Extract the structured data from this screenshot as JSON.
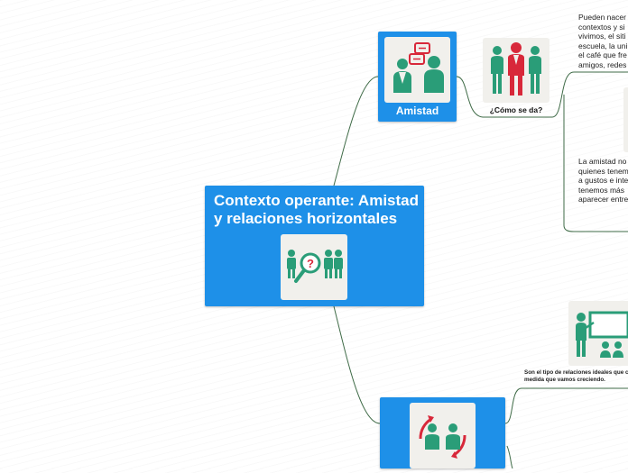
{
  "central": {
    "title": "Contexto operante: Amistad y relaciones horizontales",
    "icon": "people-question-magnifier-icon"
  },
  "amistad": {
    "label": "Amistad",
    "icon": "two-people-chat-icon"
  },
  "como": {
    "label": "¿Cómo se da?",
    "icon": "group-of-people-icon"
  },
  "relaciones": {
    "icon": "two-people-circle-arrows-icon"
  },
  "notes": {
    "contextos": [
      "Pueden nacer",
      "contextos y si",
      "vivimos, el siti",
      "escuela, la uni",
      "el café que fre",
      "amigos, redes"
    ],
    "amistad_def": [
      "La amistad no",
      "quienes tenem",
      "a gustos e inte",
      "tenemos más",
      "aparecer entre"
    ],
    "relaciones_def": [
      "Son el tipo de relaciones ideales que c",
      "medida que vamos creciendo."
    ]
  },
  "presentation": {
    "icon": "presentation-board-icon"
  },
  "colors": {
    "node_blue": "#1e90e8",
    "connector_green": "#3f6b47",
    "teal": "#2a9d78",
    "red": "#d8283a"
  }
}
